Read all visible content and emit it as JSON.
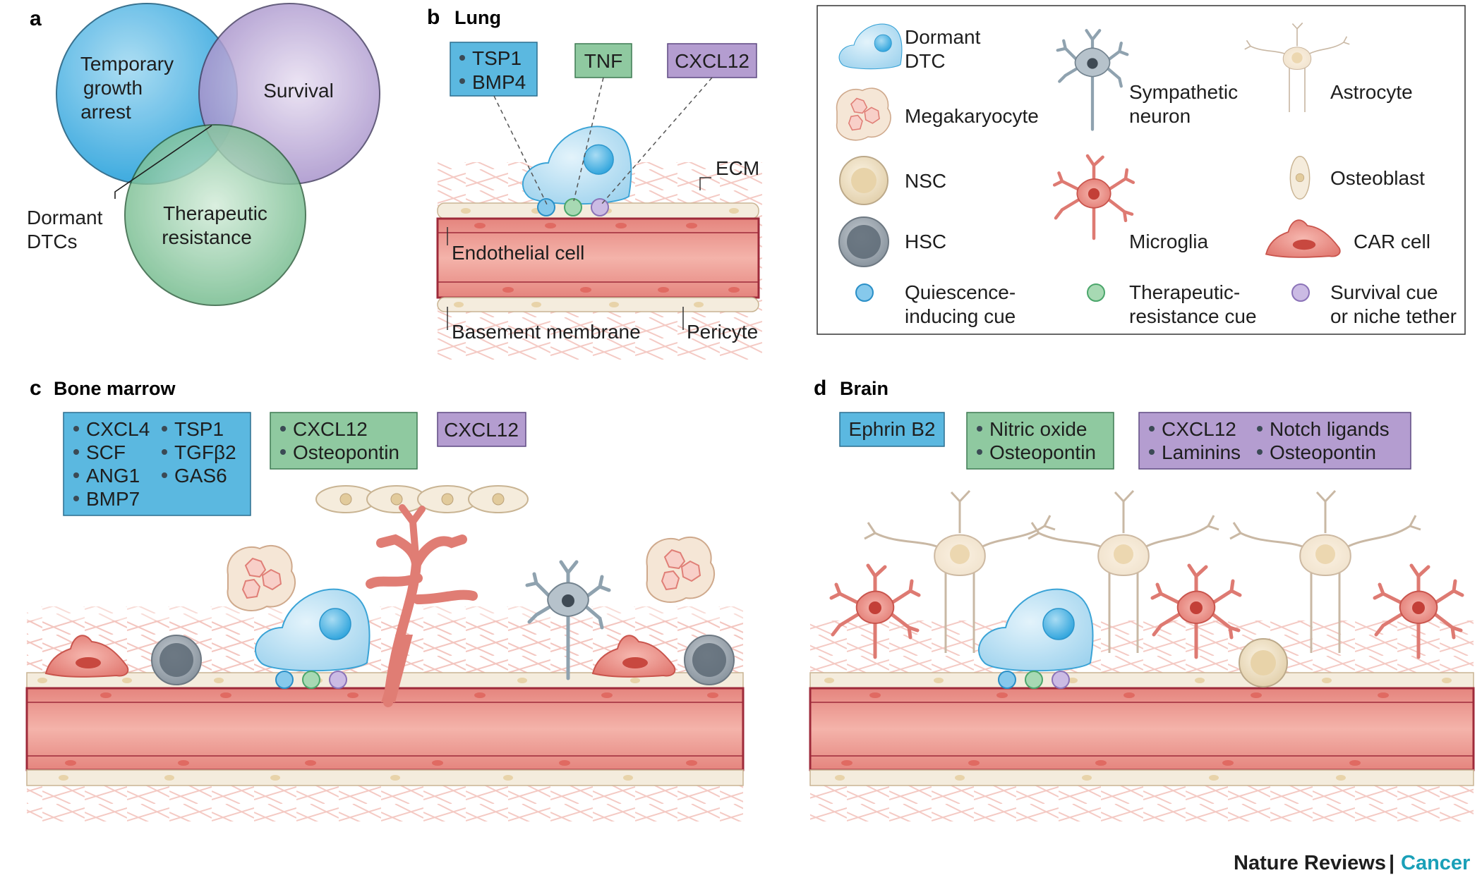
{
  "panel_a": {
    "letter": "a",
    "circles": {
      "growth_arrest": [
        "Temporary",
        "growth",
        "arrest"
      ],
      "survival": "Survival",
      "resistance": [
        "Therapeutic",
        "resistance"
      ]
    },
    "intersection_label": [
      "Dormant",
      "DTCs"
    ]
  },
  "panel_b": {
    "letter": "b",
    "title": "Lung",
    "cue_boxes": {
      "blue": [
        "TSP1",
        "BMP4"
      ],
      "green": "TNF",
      "purple": "CXCL12"
    },
    "labels": {
      "ecm": "ECM",
      "endothelial": "Endothelial cell",
      "basement": "Basement membrane",
      "pericyte": "Pericyte"
    }
  },
  "legend": {
    "dormant_dtc": [
      "Dormant",
      "DTC"
    ],
    "sympathetic_neuron": [
      "Sympathetic",
      "neuron"
    ],
    "astrocyte": "Astrocyte",
    "megakaryocyte": "Megakaryocyte",
    "nsc": "NSC",
    "osteoblast": "Osteoblast",
    "hsc": "HSC",
    "microglia": "Microglia",
    "car_cell": "CAR cell",
    "quiescence_cue": [
      "Quiescence-",
      "inducing cue"
    ],
    "resistance_cue": [
      "Therapeutic-",
      "resistance cue"
    ],
    "survival_cue": [
      "Survival cue",
      "or niche tether"
    ]
  },
  "panel_c": {
    "letter": "c",
    "title": "Bone marrow",
    "cue_boxes": {
      "blue_col1": [
        "CXCL4",
        "SCF",
        "ANG1",
        "BMP7"
      ],
      "blue_col2": [
        "TSP1",
        "TGFβ2",
        "GAS6"
      ],
      "green": [
        "CXCL12",
        "Osteopontin"
      ],
      "purple": "CXCL12"
    }
  },
  "panel_d": {
    "letter": "d",
    "title": "Brain",
    "cue_boxes": {
      "blue": "Ephrin B2",
      "green": [
        "Nitric oxide",
        "Osteopontin"
      ],
      "purple_col1": [
        "CXCL12",
        "Laminins"
      ],
      "purple_col2": [
        "Notch ligands",
        "Osteopontin"
      ]
    }
  },
  "footer": {
    "journal": "Nature Reviews",
    "separator": " | ",
    "section": "Cancer"
  },
  "colors": {
    "blue": "#5bb8e0",
    "green": "#8fc9a0",
    "purple": "#b49dd0",
    "vessel": "#e58a84",
    "vessel_dark": "#9e2a3a",
    "cream": "#f4ecdd"
  }
}
